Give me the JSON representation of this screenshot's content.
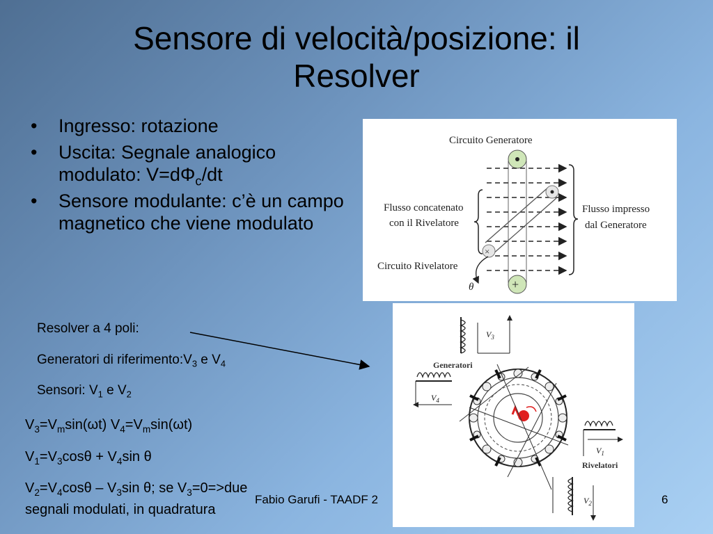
{
  "slide": {
    "title_line1": "Sensore di velocità/posizione: il",
    "title_line2": "Resolver",
    "bullets": [
      {
        "text": "Ingresso: rotazione"
      },
      {
        "text_a": "Uscita: Segnale analogico modulato: V=dΦ",
        "sub": "c",
        "text_b": "/dt"
      },
      {
        "text": "Sensore modulante: c’è un campo magnetico che viene modulato"
      }
    ],
    "bullet_symbol": "•",
    "notes": {
      "resolver": "Resolver a 4 poli:",
      "generators_a": "Generatori di riferimento:V",
      "generators_sub1": "3",
      "generators_mid": " e V",
      "generators_sub2": "4",
      "sensors_a": "Sensori: V",
      "sensors_sub1": "1",
      "sensors_mid": " e V",
      "sensors_sub2": "2"
    },
    "formulas": {
      "f1": [
        "V",
        "3",
        "=V",
        "m",
        "sin(ωt)  V",
        "4",
        "=V",
        "m",
        "sin(ωt)"
      ],
      "f2": [
        "V",
        "1",
        "=V",
        "3",
        "cosθ + V",
        "4",
        "sin θ"
      ],
      "f3": [
        "V",
        "2",
        "=V",
        "4",
        "cosθ – V",
        "3",
        "sin θ; se V",
        "3",
        "=0=>due"
      ],
      "f3_line2": "segnali modulati, in quadratura"
    },
    "footer": {
      "author": "Fabio Garufi - TAADF 2",
      "page": "6"
    },
    "figure1": {
      "generator_circuit": "Circuito Generatore",
      "linked_flux_1": "Flusso concatenato",
      "linked_flux_2": "con il Rivelatore",
      "impressed_flux_1": "Flusso impresso",
      "impressed_flux_2": "dal Generatore",
      "detector_circuit": "Circuito Rivelatore",
      "theta": "θ",
      "plus": "+",
      "cross": "×"
    },
    "figure2": {
      "generators": "Generatori",
      "detectors": "Rivelatori",
      "v1": "V",
      "v1_sub": "1",
      "v2": "V",
      "v2_sub": "2",
      "v3": "V",
      "v3_sub": "3",
      "v4": "V",
      "v4_sub": "4"
    }
  }
}
